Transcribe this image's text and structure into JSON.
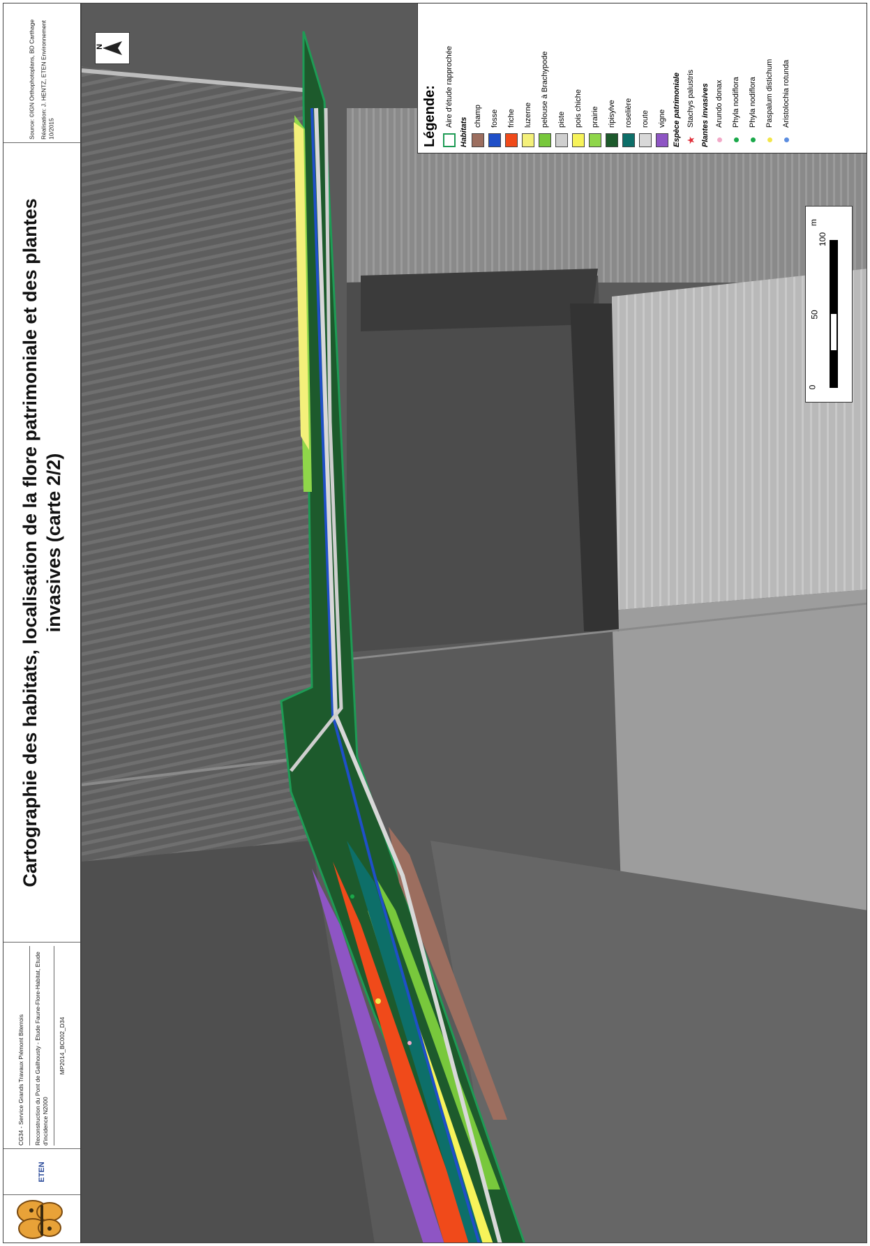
{
  "title_block": {
    "source": "Source: ©IGN Orthophotoplans, BD Carthage",
    "realisation": "Réalisation: J. HENTZ, ETEN Environnement  10/2015",
    "title": "Cartographie des habitats, localisation de la flore patrimoniale et des plantes invasives (carte 2/2)",
    "client": "CG34 - Service Grands Travaux Piémont Biterrois",
    "project": "Reconstruction du Pont de Gailhousty - Etude Faune-Flore-Habitat, Etude d'incidence N2000",
    "reference": "MP2014_BC002_D34",
    "logo_text": "ETEN"
  },
  "north_arrow": {
    "label": "N"
  },
  "legend": {
    "title": "Légende:",
    "study_area": {
      "label": "Aire d'étude rapprochée",
      "color": "#1e9b55"
    },
    "habitats_heading": "Habitats",
    "habitats": [
      {
        "label": "champ",
        "color": "#9c6e5f"
      },
      {
        "label": "fosse",
        "color": "#1f4fc8"
      },
      {
        "label": "friche",
        "color": "#f04a1a"
      },
      {
        "label": "luzerne",
        "color": "#f4f07a"
      },
      {
        "label": "pelouse à Brachypode",
        "color": "#78c83c"
      },
      {
        "label": "piste",
        "color": "#cfcfcf"
      },
      {
        "label": "pois chiche",
        "color": "#f7f35a"
      },
      {
        "label": "prairie",
        "color": "#8fd64a"
      },
      {
        "label": "ripisylve",
        "color": "#1d5a2c"
      },
      {
        "label": "roselière",
        "color": "#0d6f69"
      },
      {
        "label": "route",
        "color": "#d8d8d8"
      },
      {
        "label": "vigne",
        "color": "#8e55c4"
      }
    ],
    "heritage_heading": "Espèce patrimoniale",
    "heritage": [
      {
        "label": "Stachys palustris",
        "color": "#e0303a"
      }
    ],
    "invasive_heading": "Plantes invasives",
    "invasives": [
      {
        "label": "Arundo donax",
        "color": "#f2a9c8"
      },
      {
        "label": "Phyla nodiflora",
        "color": "#1aa84a"
      },
      {
        "label": "Phyla nodiflora",
        "color": "#1aa84a"
      },
      {
        "label": "Paspalum distichum",
        "color": "#f3e64a"
      },
      {
        "label": "Aristolochia rotunda",
        "color": "#5b8de0"
      }
    ]
  },
  "scale_bar": {
    "labels": [
      "0",
      "50",
      "100"
    ],
    "unit": "m"
  }
}
